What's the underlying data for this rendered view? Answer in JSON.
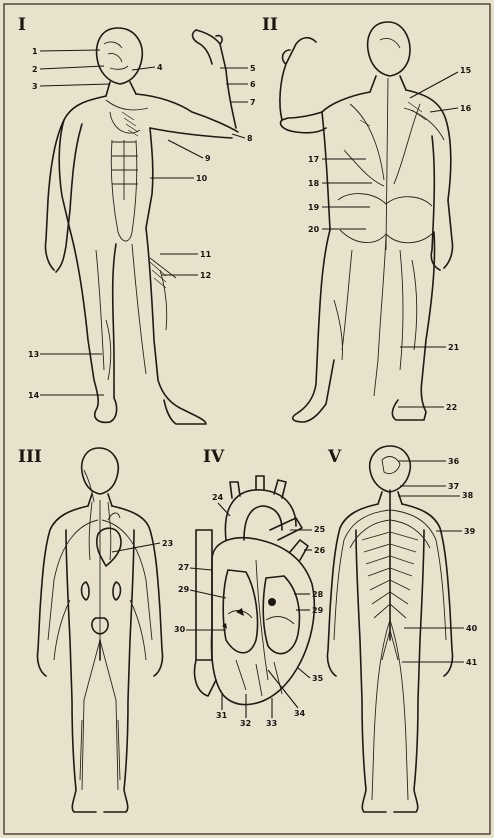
{
  "panels": [
    {
      "id": "I",
      "numeral": "I"
    },
    {
      "id": "II",
      "numeral": "II"
    },
    {
      "id": "III",
      "numeral": "III"
    },
    {
      "id": "IV",
      "numeral": "IV"
    },
    {
      "id": "V",
      "numeral": "V"
    }
  ],
  "labels": [
    "1",
    "2",
    "3",
    "4",
    "5",
    "6",
    "7",
    "8",
    "9",
    "10",
    "11",
    "12",
    "13",
    "14",
    "15",
    "16",
    "17",
    "18",
    "19",
    "20",
    "21",
    "22",
    "23",
    "24",
    "25",
    "26",
    "27",
    "28",
    "29",
    "29",
    "30",
    "31",
    "32",
    "33",
    "34",
    "35",
    "36",
    "37",
    "38",
    "39",
    "40",
    "41"
  ]
}
